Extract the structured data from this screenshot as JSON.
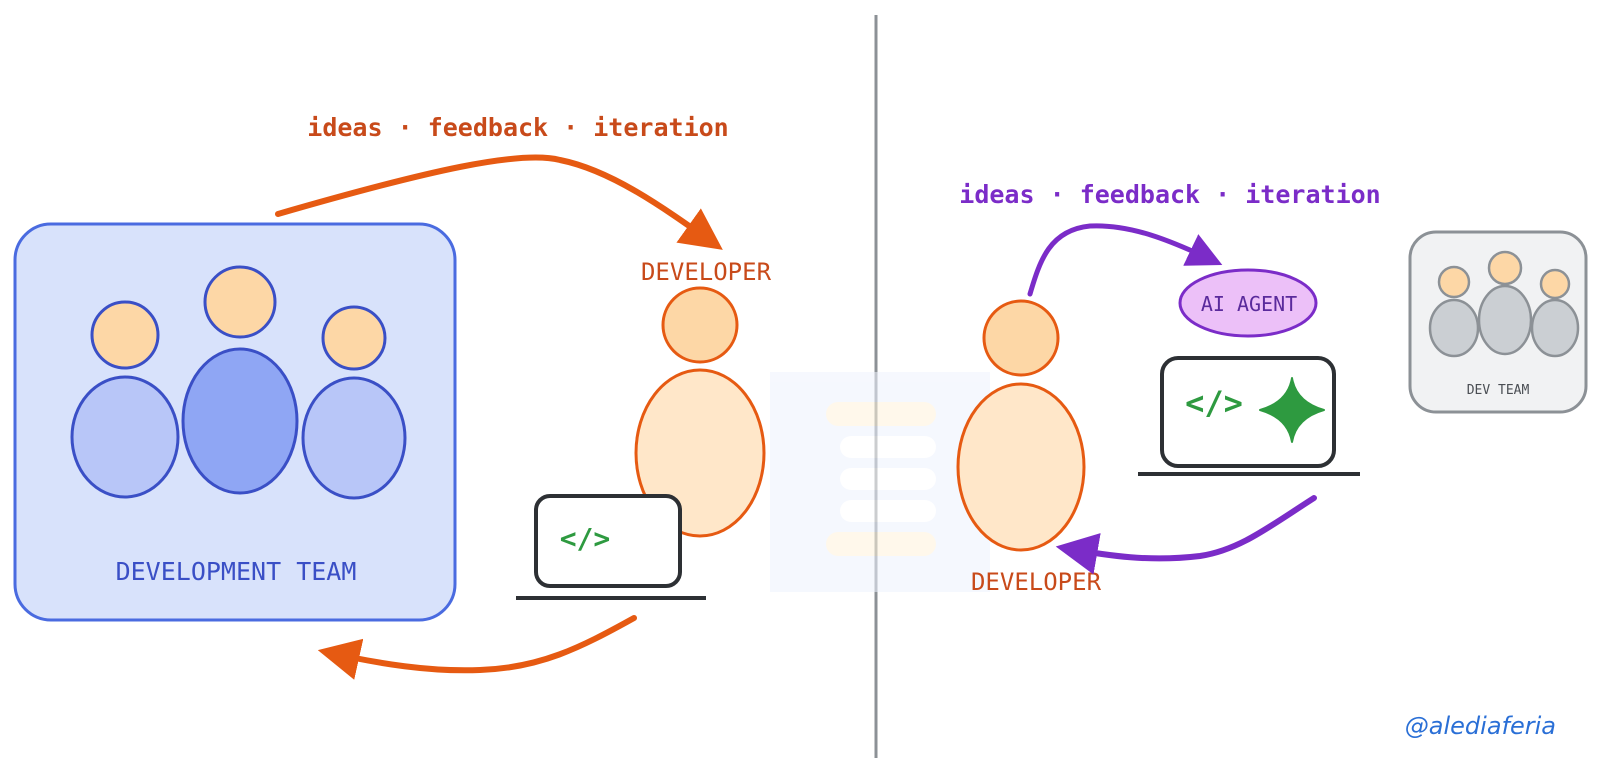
{
  "left": {
    "flow_label": "ideas · feedback · iteration",
    "developer_label": "DEVELOPER",
    "team_label": "DEVELOPMENT TEAM",
    "code_glyph": "</>"
  },
  "right": {
    "flow_label": "ideas · feedback · iteration",
    "agent_label": "AI AGENT",
    "developer_label": "DEVELOPER",
    "team_label": "DEV TEAM",
    "code_glyph": "</>"
  },
  "signature": "@alediaferia",
  "colors": {
    "orange": "#E65A12",
    "orange_text": "#C84A1A",
    "purple": "#7B2CC8",
    "blue_line": "#4A6BE0",
    "team_fill": "#D8E2FB",
    "head_fill": "#FDD7A6",
    "body_blue_light": "#B8C6F8",
    "body_blue_mid": "#8FA6F4",
    "code_green": "#2E9A40",
    "agent_fill": "#ECC0F8",
    "grey": "#8C9196",
    "signature_blue": "#2A6FD6"
  }
}
